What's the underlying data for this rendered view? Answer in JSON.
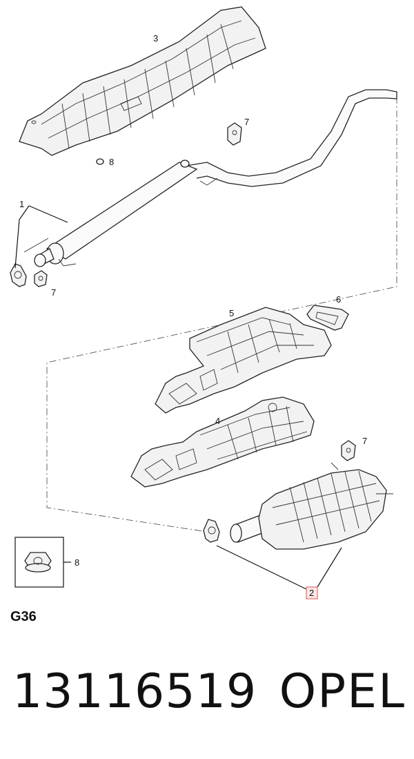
{
  "callouts": {
    "c1": "1",
    "c2": "2",
    "c3": "3",
    "c4": "4",
    "c5": "5",
    "c6": "6",
    "c7a": "7",
    "c7b": "7",
    "c7c": "7",
    "c8a": "8",
    "c8b": "8"
  },
  "section_label": "G36",
  "part_number": "13116519",
  "brand": "OPEL",
  "colors": {
    "line": "#222222",
    "highlight_box": "#e05050",
    "background": "#ffffff"
  }
}
